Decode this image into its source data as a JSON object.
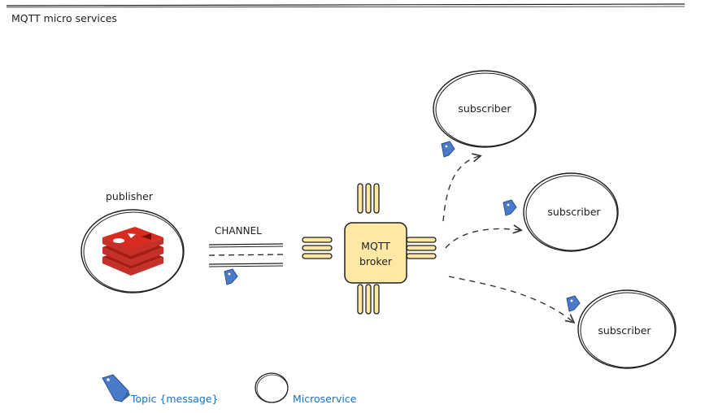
{
  "header": {
    "title": "MQTT micro services"
  },
  "publisher": {
    "label": "publisher",
    "icon": "redis-logo-icon"
  },
  "channel": {
    "label": "CHANNEL"
  },
  "broker": {
    "line1": "MQTT",
    "line2": "broker",
    "fill": "#ffe8a3",
    "stroke": "#1e1e1e"
  },
  "subscribers": [
    {
      "label": "subscriber"
    },
    {
      "label": "subscriber"
    },
    {
      "label": "subscriber"
    }
  ],
  "legend": {
    "topic_label": "Topic {message}",
    "microservice_label": "Microservice",
    "text_color": "#1971c2"
  },
  "colors": {
    "tag": "#4a7bc9",
    "redis": "#c6302b",
    "ink": "#1e1e1e"
  }
}
